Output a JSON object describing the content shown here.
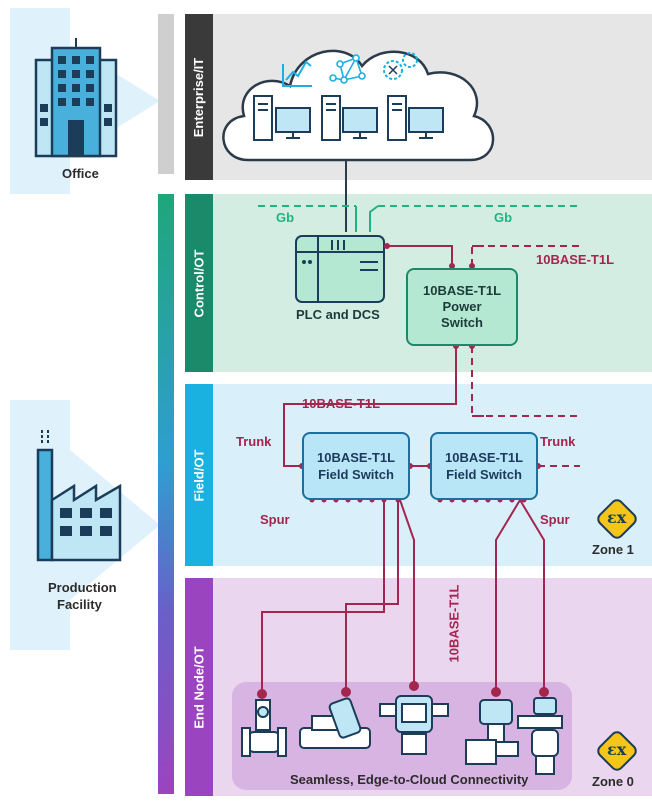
{
  "sites": {
    "office": "Office",
    "production_line1": "Production",
    "production_line2": "Facility"
  },
  "bands": {
    "enterprise": "Enterprise/IT",
    "control": "Control/OT",
    "field": "Field/OT",
    "end_node": "End Node/OT"
  },
  "labels": {
    "gb_left": "Gb",
    "gb_right": "Gb",
    "t1l_control": "10BASE-T1L",
    "plc": "PLC and DCS",
    "power_switch_line1": "10BASE-T1L",
    "power_switch_line2": "Power",
    "power_switch_line3": "Switch",
    "t1l_field": "10BASE-T1L",
    "trunk_left": "Trunk",
    "trunk_right": "Trunk",
    "field_switch1_line1": "10BASE-T1L",
    "field_switch1_line2": "Field Switch",
    "field_switch2_line1": "10BASE-T1L",
    "field_switch2_line2": "Field Switch",
    "spur_left": "Spur",
    "spur_right": "Spur",
    "zone1": "Zone 1",
    "zone0": "Zone 0",
    "ex_symbol": "εx",
    "t1l_vertical": "10BASE-T1L",
    "connectivity": "Seamless, Edge-to-Cloud Connectivity"
  },
  "colors": {
    "enterprise_bg": "#e6e6e6",
    "enterprise_label": "#3a3a3a",
    "control_bg": "#d4ede3",
    "control_label": "#1a8a6a",
    "field_bg": "#d9f0fa",
    "field_label": "#1ab1e0",
    "end_bg": "#ebd6ef",
    "end_label": "#9b44c0",
    "t1l_line": "#a3264f",
    "gb_line": "#1fb384",
    "zone_yellow": "#f5c518"
  },
  "icons": [
    "office-building-icon",
    "factory-icon",
    "chart-icon",
    "network-icon",
    "gears-icon",
    "server-icon",
    "monitor-icon",
    "plc-icon",
    "flowmeter-icon",
    "valve-icon",
    "transmitter-icon",
    "explosion-proof-icon"
  ]
}
